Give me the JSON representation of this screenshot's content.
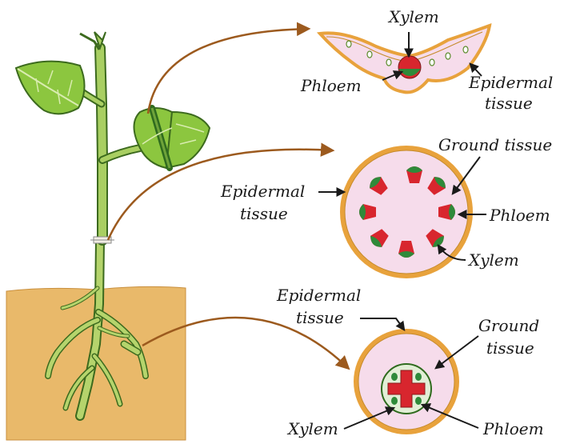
{
  "labels": {
    "leaf": {
      "xylem": "Xylem",
      "phloem": "Phloem",
      "epidermal_line1": "Epidermal",
      "epidermal_line2": "tissue"
    },
    "stem": {
      "ground_tissue": "Ground tissue",
      "epidermal_line1": "Epidermal",
      "epidermal_line2": "tissue",
      "phloem": "Phloem",
      "xylem": "Xylem"
    },
    "root": {
      "epidermal_line1": "Epidermal",
      "epidermal_line2": "tissue",
      "ground_line1": "Ground",
      "ground_line2": "tissue",
      "xylem": "Xylem",
      "phloem": "Phloem"
    }
  },
  "colors": {
    "soil": "#e9b96a",
    "plant_green": "#a9cf62",
    "plant_outline": "#3c6a1e",
    "leaf_green": "#8cc63f",
    "epidermis": "#e8a23c",
    "ground_tissue": "#f6dceb",
    "xylem_red": "#d8262e",
    "phloem_green": "#2f8a3a",
    "connector_arrow": "#9c5a1e"
  }
}
